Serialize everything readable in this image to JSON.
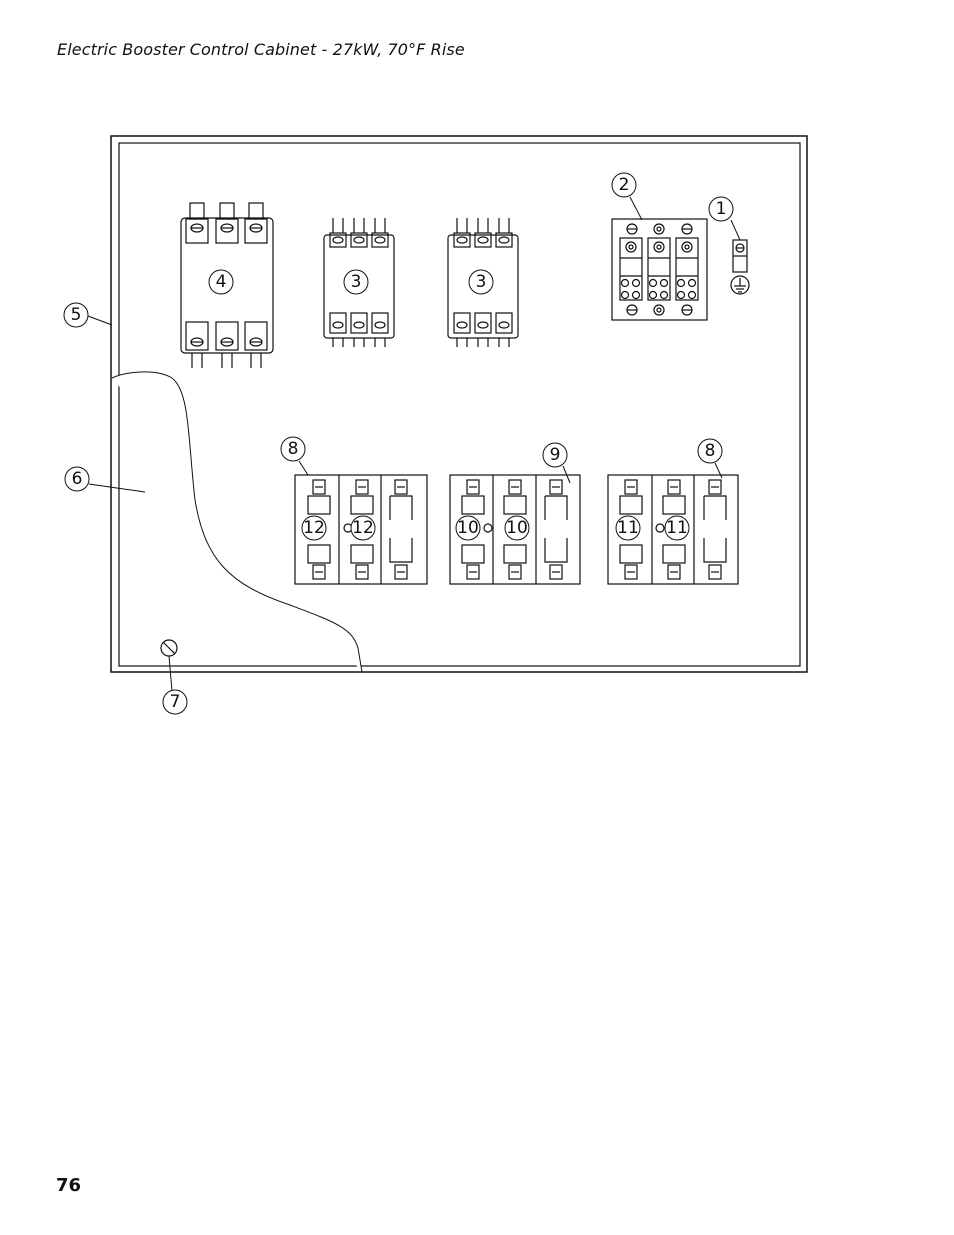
{
  "page": {
    "title": "Electric Booster Control Cabinet - 27kW, 70°F Rise",
    "page_number": "76"
  },
  "callouts": {
    "c1": "1",
    "c2": "2",
    "c3a": "3",
    "c3b": "3",
    "c4": "4",
    "c5": "5",
    "c6": "6",
    "c7": "7",
    "c8a": "8",
    "c8b": "8",
    "c9": "9",
    "c10a": "10",
    "c10b": "10",
    "c11a": "11",
    "c11b": "11",
    "c12a": "12",
    "c12b": "12"
  }
}
